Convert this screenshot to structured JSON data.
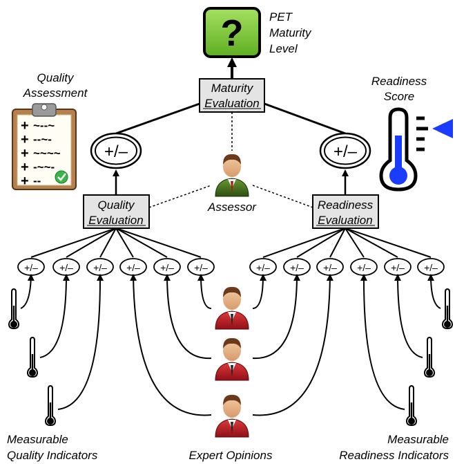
{
  "top": {
    "question_symbol": "?",
    "question_box_color": "#7ccc3a",
    "caption_lines": [
      "PET",
      "Maturity",
      "Level"
    ]
  },
  "maturity_box": {
    "lines": [
      "Maturity",
      "Evaluation"
    ]
  },
  "quality_box": {
    "lines": [
      "Quality",
      "Evaluation"
    ]
  },
  "readiness_box": {
    "lines": [
      "Readiness",
      "Evaluation"
    ]
  },
  "aggregator_symbol": "+/–",
  "assessor": {
    "label": "Assessor",
    "icon": "assessor-icon"
  },
  "quality_assessment": {
    "caption_lines": [
      "Quality",
      "Assessment"
    ],
    "icon": "clipboard-icon",
    "rows": [
      {
        "mark": "+",
        "text": "~--~"
      },
      {
        "mark": "+",
        "text": "--~-"
      },
      {
        "mark": "+",
        "text": "~~~~"
      },
      {
        "mark": "+",
        "text": "-~~-"
      },
      {
        "mark": "+",
        "text": "--"
      }
    ]
  },
  "readiness_score": {
    "caption_lines": [
      "Readiness",
      "Score"
    ],
    "icon": "thermometer-icon",
    "accent_color": "#1a3cff"
  },
  "captions": {
    "bottom_left": [
      "Measurable",
      "Quality Indicators"
    ],
    "bottom_center": "Expert Opinions",
    "bottom_right": [
      "Measurable",
      "Readiness Indicators"
    ]
  },
  "colors": {
    "box_fill": "#e4e4e4",
    "expert_jacket": "#c41e2a",
    "assessor_jacket": "#3f6b1e",
    "thermo_fill": "#1a3cff"
  }
}
